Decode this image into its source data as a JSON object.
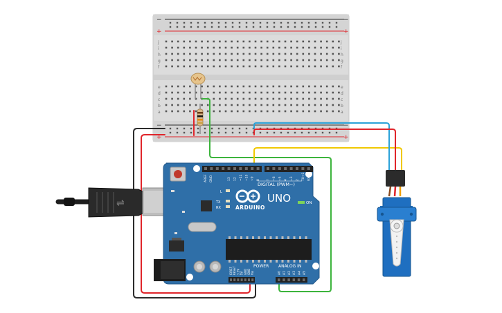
{
  "breadboard": {
    "row_labels_top": [
      "j",
      "i",
      "h",
      "g",
      "f"
    ],
    "row_labels_bottom": [
      "e",
      "d",
      "c",
      "b",
      "a"
    ],
    "rail_minus": "−",
    "rail_plus": "+"
  },
  "arduino": {
    "logo_text": "ARDUINO",
    "model_text": "UNO",
    "digital_label": "DIGITAL (PWM~)",
    "power_label": "POWER",
    "analog_label": "ANALOG IN",
    "on_label": "ON",
    "l_label": "L",
    "tx_label": "TX",
    "rx_label": "RX",
    "aref_label": "AREF",
    "gnd_label": "GND",
    "digital_pins": [
      "13",
      "12",
      "~11",
      "~10",
      "~9",
      "8",
      "7",
      "~6",
      "~5",
      "4",
      "~3",
      "2",
      "TX→1",
      "RX←0"
    ],
    "power_pins": [
      "IOREF",
      "RESET",
      "3.3V",
      "5V",
      "GND",
      "GND",
      "Vin"
    ],
    "analog_pins": [
      "A0",
      "A1",
      "A2",
      "A3",
      "A4",
      "A5"
    ]
  },
  "colors": {
    "wire_red": "#e0242a",
    "wire_black": "#2b2b2b",
    "wire_green": "#3cb43c",
    "wire_yellow": "#f0c800",
    "wire_blue": "#2ba2d8",
    "board_blue": "#2f6fa8",
    "servo_blue": "#1f6fc0"
  }
}
